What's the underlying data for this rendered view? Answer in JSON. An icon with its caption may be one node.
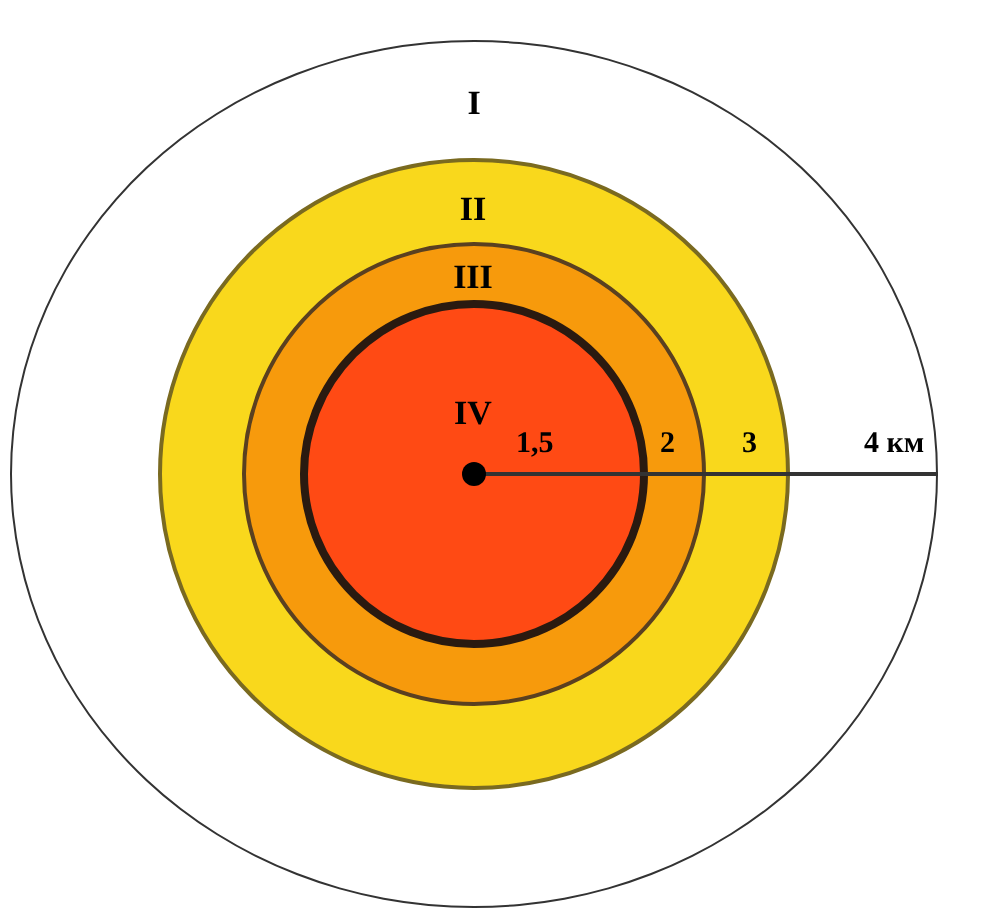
{
  "diagram": {
    "nodes": [
      {
        "text": [
          "I"
        ]
      },
      {
        "text": [
          "II"
        ],
        "in": 0
      },
      {
        "text": [
          "III"
        ],
        "in": 1
      },
      {
        "text": [
          "IV"
        ],
        "in": 2
      }
    ],
    "labels": [
      "1,5",
      "2",
      "3",
      "4 км"
    ]
  }
}
